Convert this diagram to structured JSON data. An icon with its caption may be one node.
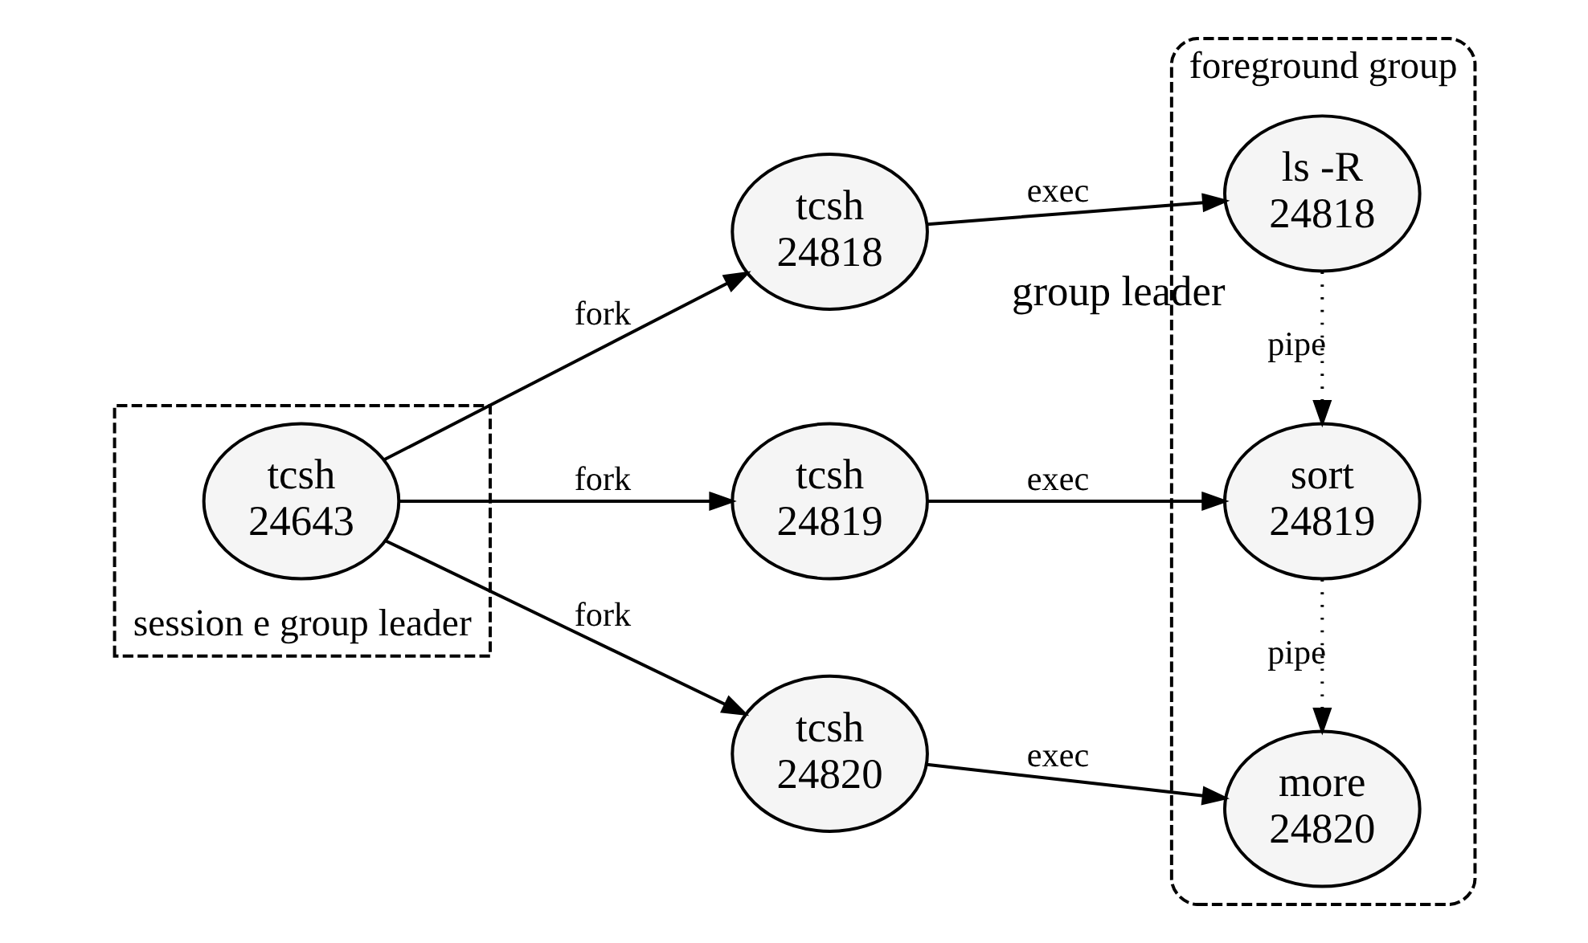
{
  "diagram": {
    "nodes": [
      {
        "text": [
          "session e group leader"
        ]
      },
      {
        "text": [
          "tcsh",
          "24643"
        ],
        "in": 0
      },
      {
        "text": [
          "tcsh",
          "24818"
        ]
      },
      {
        "text": [
          "tcsh",
          "24819"
        ]
      },
      {
        "text": [
          "tcsh",
          "24820"
        ]
      },
      {
        "text": [
          "foreground group"
        ]
      },
      {
        "text": [
          "ls -R",
          "24818"
        ],
        "in": 5,
        "beside": [
          "group leader"
        ]
      },
      {
        "text": [
          "sort",
          "24819"
        ],
        "in": 5
      },
      {
        "text": [
          "more",
          "24820"
        ],
        "in": 5
      }
    ],
    "edges": [
      {
        "from": 1,
        "to": 2,
        "arrow": "to",
        "label": "fork"
      },
      {
        "from": 1,
        "to": 3,
        "arrow": "to",
        "label": "fork"
      },
      {
        "from": 1,
        "to": 4,
        "arrow": "to",
        "label": "fork"
      },
      {
        "from": 2,
        "to": 6,
        "arrow": "to",
        "label": "exec"
      },
      {
        "from": 3,
        "to": 7,
        "arrow": "to",
        "label": "exec"
      },
      {
        "from": 4,
        "to": 8,
        "arrow": "to",
        "label": "exec"
      },
      {
        "from": 6,
        "to": 7,
        "arrow": "to",
        "label": "pipe",
        "style": "dashed"
      },
      {
        "from": 7,
        "to": 8,
        "arrow": "to",
        "label": "pipe",
        "style": "dashed"
      }
    ]
  }
}
